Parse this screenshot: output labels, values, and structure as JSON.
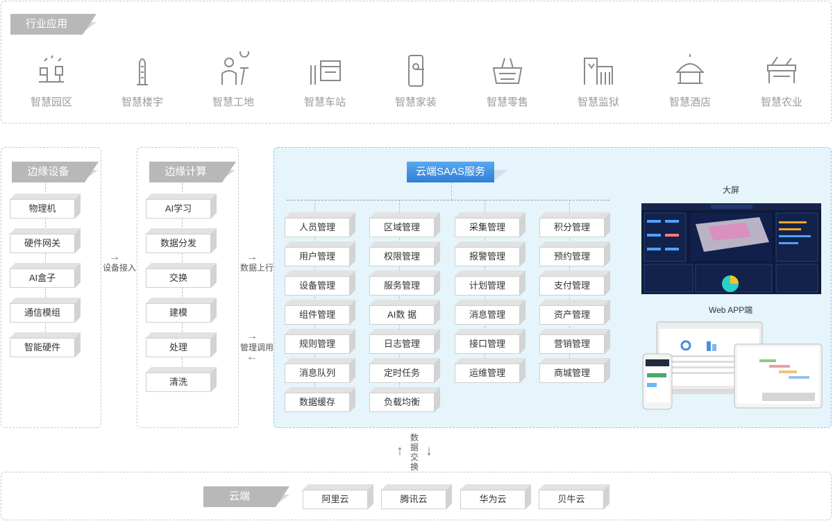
{
  "industry": {
    "title": "行业应用",
    "items": [
      {
        "label": "智慧园区",
        "icon": "park-icon"
      },
      {
        "label": "智慧楼宇",
        "icon": "tower-icon"
      },
      {
        "label": "智慧工地",
        "icon": "worker-icon"
      },
      {
        "label": "智慧车站",
        "icon": "station-icon"
      },
      {
        "label": "智慧家装",
        "icon": "door-lock-icon"
      },
      {
        "label": "智慧零售",
        "icon": "basket-icon"
      },
      {
        "label": "智慧监狱",
        "icon": "prison-icon"
      },
      {
        "label": "智慧酒店",
        "icon": "hotel-icon"
      },
      {
        "label": "智慧农业",
        "icon": "farm-icon"
      }
    ]
  },
  "edge_device": {
    "title": "边缘设备",
    "items": [
      "物理机",
      "硬件网关",
      "AI盒子",
      "通信模组",
      "智能硬件"
    ]
  },
  "edge_compute": {
    "title": "边缘计算",
    "items": [
      "AI学习",
      "数据分发",
      "交换",
      "建模",
      "处理",
      "清洗"
    ]
  },
  "flow": {
    "device_access": "设备接入",
    "data_up": "数据上行",
    "mgmt_call": "管理调用",
    "data_exchange": "数据交换"
  },
  "saas": {
    "title": "云端SAAS服务",
    "columns": [
      [
        "人员管理",
        "用户管理",
        "设备管理",
        "组件管理",
        "规则管理",
        "消息队列",
        "数据缓存"
      ],
      [
        "区域管理",
        "权限管理",
        "服务管理",
        "AI数 据",
        "日志管理",
        "定时任务",
        "负载均衡"
      ],
      [
        "采集管理",
        "报警管理",
        "计划管理",
        "消息管理",
        "接口管理",
        "运维管理"
      ],
      [
        "积分管理",
        "预约管理",
        "支付管理",
        "资产管理",
        "营销管理",
        "商城管理"
      ]
    ],
    "big_screen_label": "大屏",
    "web_app_label": "Web APP端"
  },
  "cloud": {
    "title": "云端",
    "items": [
      "阿里云",
      "腾讯云",
      "华为云",
      "贝牛云"
    ]
  },
  "colors": {
    "tag_gray": "#b8b8b8",
    "tag_blue": "#3a8be0",
    "cloud_panel_bg": "#e6f4fb",
    "dashboard_bg": "#0e1a3a"
  }
}
